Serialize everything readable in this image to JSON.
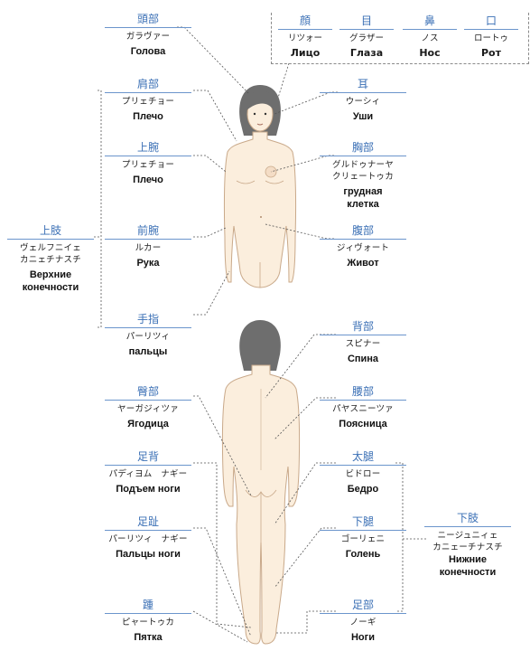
{
  "labels": {
    "head": {
      "jp": "頭部",
      "kana": "ガラヴァー",
      "ru": "Голова"
    },
    "shoulder": {
      "jp": "肩部",
      "kana": "プリェチョー",
      "ru": "Плечо"
    },
    "upperarm": {
      "jp": "上腕",
      "kana": "プリェチョー",
      "ru": "Плечо"
    },
    "forearm": {
      "jp": "前腕",
      "kana": "ルカー",
      "ru": "Рука"
    },
    "fingers": {
      "jp": "手指",
      "kana": "パーリツィ",
      "ru": "пальцы"
    },
    "upperlimb": {
      "jp": "上肢",
      "kana1": "ヴェルフニイェ",
      "kana2": "カニェチナスチ",
      "ru1": "Верхние",
      "ru2": "конечности"
    },
    "ear": {
      "jp": "耳",
      "kana": "ウーシィ",
      "ru": "Уши"
    },
    "chest": {
      "jp": "胸部",
      "kana1": "グルドゥナーヤ",
      "kana2": "クリェートゥカ",
      "ru1": "грудная",
      "ru2": "клетка"
    },
    "abdomen": {
      "jp": "腹部",
      "kana": "ジィヴォート",
      "ru": "Живот"
    },
    "back": {
      "jp": "背部",
      "kana": "スピナー",
      "ru": "Спина"
    },
    "buttock": {
      "jp": "臀部",
      "kana": "ヤーガジィツァ",
      "ru": "Ягодица"
    },
    "lowerback": {
      "jp": "腰部",
      "kana": "パヤスニーツァ",
      "ru": "Поясница"
    },
    "instep": {
      "jp": "足背",
      "kana": "パディヨム　ナギー",
      "ru": "Подъем ноги"
    },
    "thigh": {
      "jp": "太腿",
      "kana": "ビドロー",
      "ru": "Бедро"
    },
    "toes": {
      "jp": "足趾",
      "kana": "パーリツィ　ナギー",
      "ru": "Пальцы ноги"
    },
    "shin": {
      "jp": "下腿",
      "kana": "ゴーリェニ",
      "ru": "Голень"
    },
    "lowerlimb": {
      "jp": "下肢",
      "kana1": "ニージュニィェ",
      "kana2": "カニェーチナスチ",
      "ru1": "Нижние",
      "ru2": "конечности"
    },
    "heel": {
      "jp": "踵",
      "kana": "ピャートゥカ",
      "ru": "Пятка"
    },
    "foot": {
      "jp": "足部",
      "kana": "ノーギ",
      "ru": "Ноги"
    }
  },
  "face": [
    {
      "jp": "顔",
      "kana": "リツォー",
      "ru": "Лицо"
    },
    {
      "jp": "目",
      "kana": "グラザー",
      "ru": "Глаза"
    },
    {
      "jp": "鼻",
      "kana": "ノス",
      "ru": "Нос"
    },
    {
      "jp": "口",
      "kana": "ロートゥ",
      "ru": "Рот"
    }
  ],
  "colors": {
    "skin": "#fbeedd",
    "skin_outline": "#c9a98a",
    "hair": "#6e6e6e",
    "accent": "#3a6fb5",
    "leader": "#555555"
  }
}
